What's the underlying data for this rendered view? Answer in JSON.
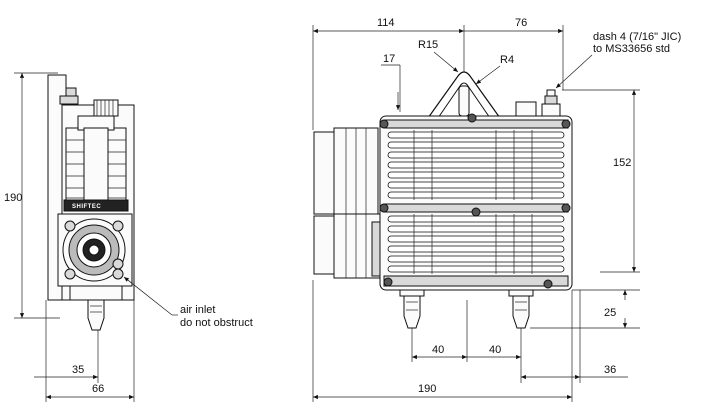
{
  "title": "",
  "side_view": {
    "height_dim": "190",
    "width_dim": "66",
    "offset_dim": "35",
    "brand_label": "SHIFTEC",
    "callout_line1": "air inlet",
    "callout_line2": "do not obstruct"
  },
  "front_view": {
    "dim_114": "114",
    "dim_76": "76",
    "dim_17": "17",
    "dim_r15": "R15",
    "dim_r4": "R4",
    "dim_152": "152",
    "dim_25": "25",
    "dim_40_left": "40",
    "dim_40_right": "40",
    "dim_36": "36",
    "dim_190": "190",
    "fitting_note_line1": "dash 4 (7/16\" JIC)",
    "fitting_note_line2": "to MS33656 std"
  },
  "colors": {
    "line": "#111111",
    "background": "#ffffff",
    "shading": "#d9d9d9"
  }
}
